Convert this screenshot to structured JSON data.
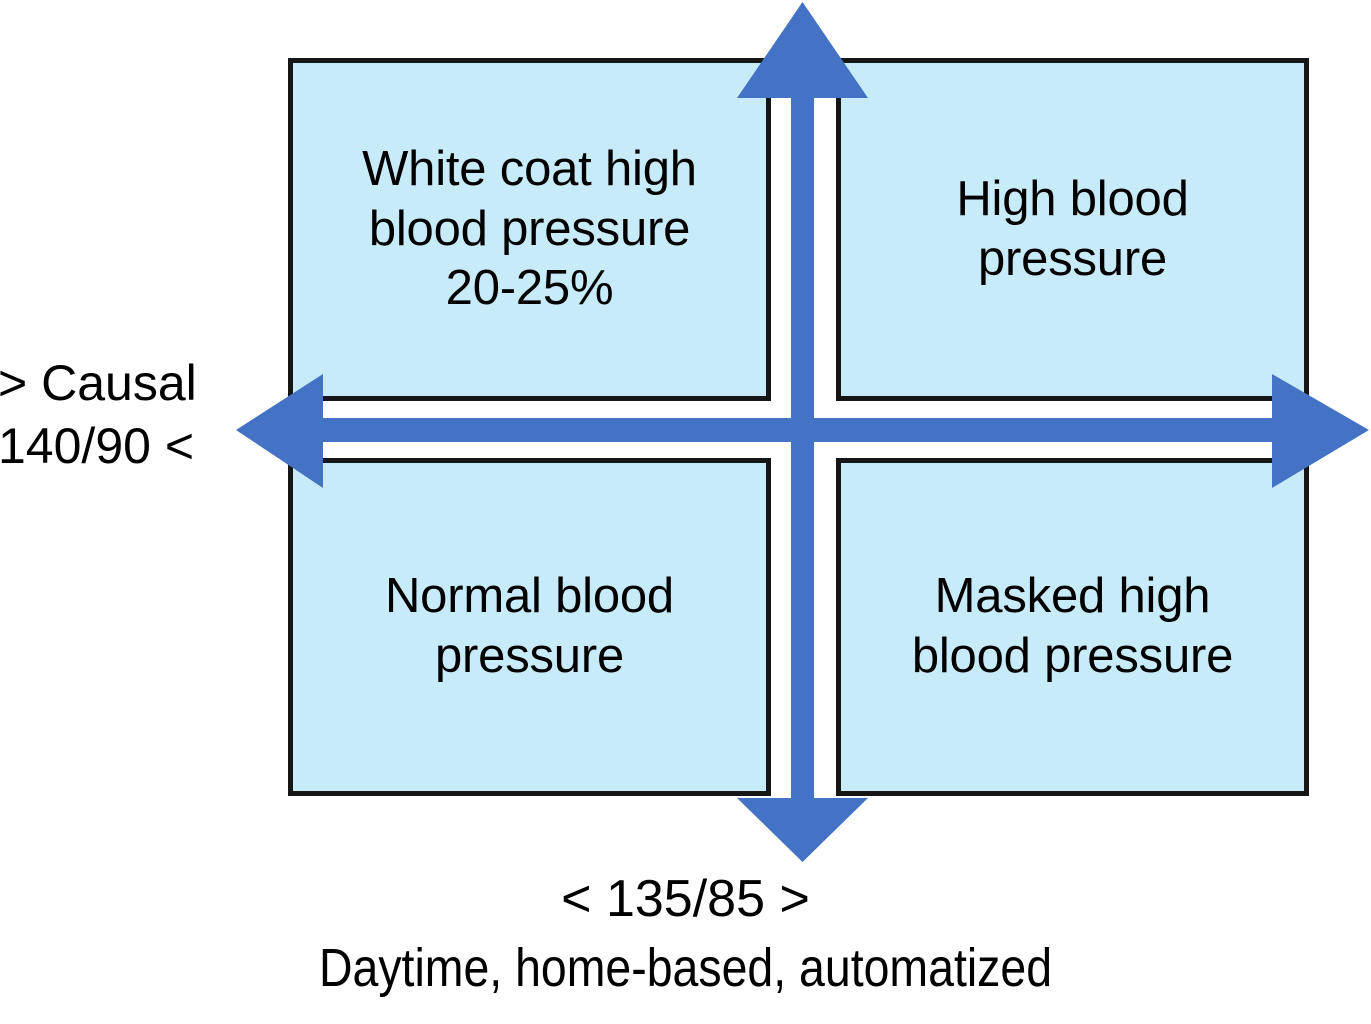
{
  "diagram": {
    "title": "Blood pressure classification quadrant",
    "colors": {
      "box_fill": "#c8ebf9",
      "box_border": "#161616",
      "arrow_blue": "#4472c4",
      "text": "#000000",
      "background": "#ffffff"
    },
    "quadrants": [
      {
        "id": "top-left",
        "name": "white-coat-high-blood-pressure",
        "lines": [
          "White coat high",
          "blood pressure",
          "20-25%"
        ],
        "text": "White coat high blood pressure 20-25%",
        "prevalence": "20-25%"
      },
      {
        "id": "top-right",
        "name": "high-blood-pressure",
        "lines": [
          "High blood",
          "pressure"
        ],
        "text": "High blood pressure",
        "prevalence": ""
      },
      {
        "id": "bottom-left",
        "name": "normal-blood-pressure",
        "lines": [
          "Normal blood",
          "pressure"
        ],
        "text": "Normal blood pressure",
        "prevalence": ""
      },
      {
        "id": "bottom-right",
        "name": "masked-high-blood-pressure",
        "lines": [
          "Masked high",
          "blood pressure"
        ],
        "text": "Masked high blood pressure",
        "prevalence": ""
      }
    ],
    "y_axis": {
      "name": "casual-blood-pressure-axis",
      "line1": "> Causal",
      "line2": "140/90 <",
      "text": "> Causal 140/90 <",
      "threshold": "140/90"
    },
    "x_axis": {
      "name": "out-of-office-blood-pressure-axis",
      "threshold_line": "< 135/85 >",
      "method_line": "Daytime, home-based, automatized",
      "threshold": "135/85"
    },
    "arrows": {
      "up": "arrow-up",
      "down": "arrow-down",
      "left": "arrow-left",
      "right": "arrow-right"
    }
  }
}
